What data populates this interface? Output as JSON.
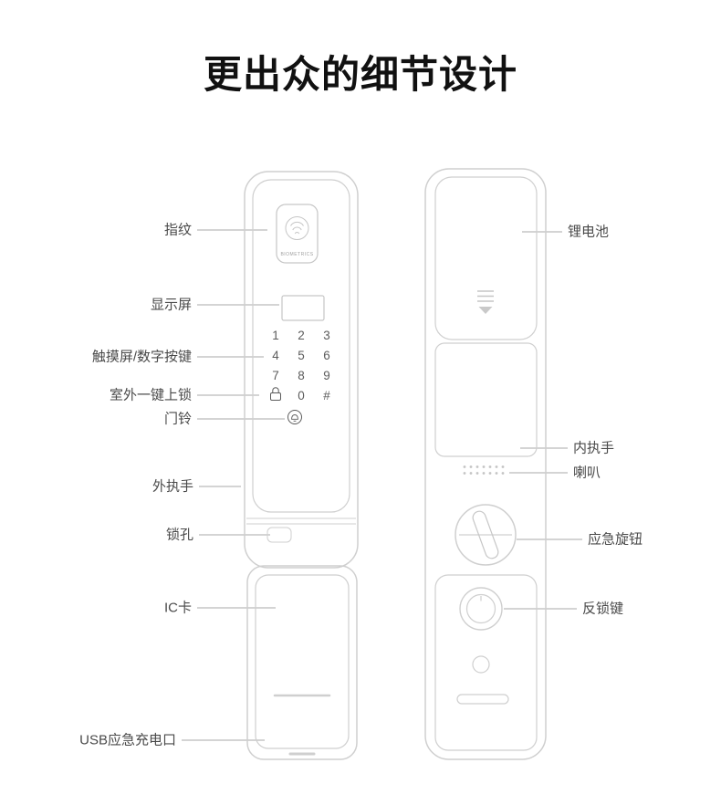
{
  "title": "更出众的细节设计",
  "front_panel": {
    "brand": "BIOMETRICS",
    "keys": [
      "1",
      "2",
      "3",
      "4",
      "5",
      "6",
      "7",
      "8",
      "9",
      "0",
      "#"
    ]
  },
  "callouts": {
    "left": {
      "fingerprint": "指纹",
      "display": "显示屏",
      "touch_keys": "触摸屏/数字按键",
      "one_key_lock": "室外一键上锁",
      "doorbell": "门铃",
      "outer_handle": "外执手",
      "keyhole": "锁孔",
      "ic_card": "IC卡",
      "usb_port": "USB应急充电口"
    },
    "right": {
      "battery": "锂电池",
      "inner_handle": "内执手",
      "speaker": "喇叭",
      "emergency_knob": "应急旋钮",
      "anti_lock_key": "反锁键"
    }
  },
  "colors": {
    "title": "#111111",
    "label": "#4a4a4a",
    "outline": "#cfcfcf",
    "leader_line": "#aaaaaa",
    "keypad_text": "#5c5c5c"
  }
}
